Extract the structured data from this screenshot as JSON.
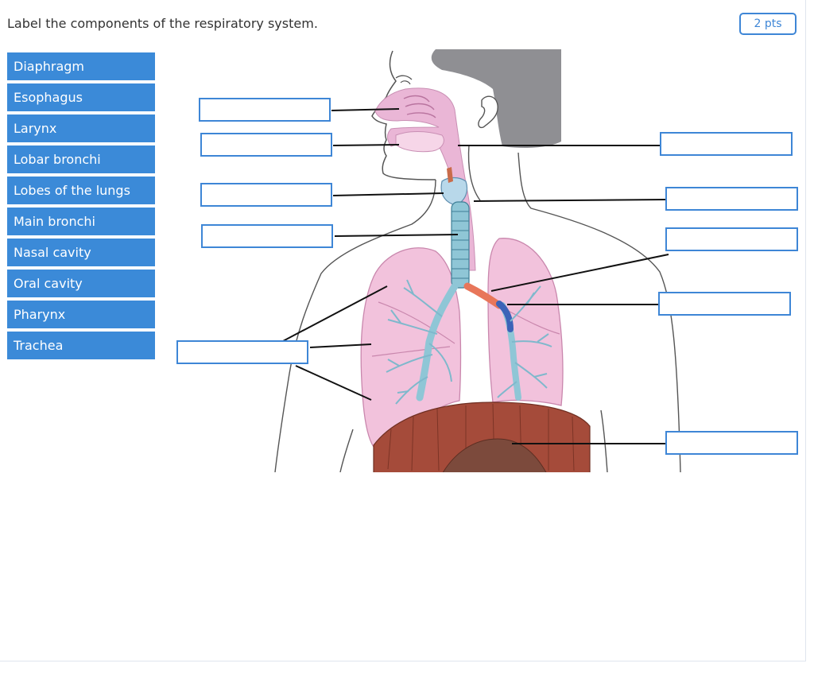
{
  "question": {
    "title": "Label the components of the respiratory system.",
    "points": "2 pts"
  },
  "labels": [
    "Diaphragm",
    "Esophagus",
    "Larynx",
    "Lobar bronchi",
    "Lobes of the lungs",
    "Main bronchi",
    "Nasal cavity",
    "Oral cavity",
    "Pharynx",
    "Trachea"
  ],
  "diagram": {
    "icons": [
      "human-head-silhouette-icon",
      "lungs-icon",
      "trachea-icon",
      "diaphragm-icon"
    ],
    "colors": {
      "hair": "#8f8f93",
      "airway": "#eab6d6",
      "lung": "#f2c2dc",
      "trachea": "#8fc6d6",
      "bronchi_highlight": "#e8765a",
      "lobar_highlight": "#3c63b8",
      "diaphragm": "#a54b3a",
      "accent": "#3e86d6"
    },
    "drop_targets": [
      "target-1",
      "target-2",
      "target-3",
      "target-4",
      "target-5",
      "target-6",
      "target-7",
      "target-8",
      "target-9",
      "target-10"
    ]
  }
}
